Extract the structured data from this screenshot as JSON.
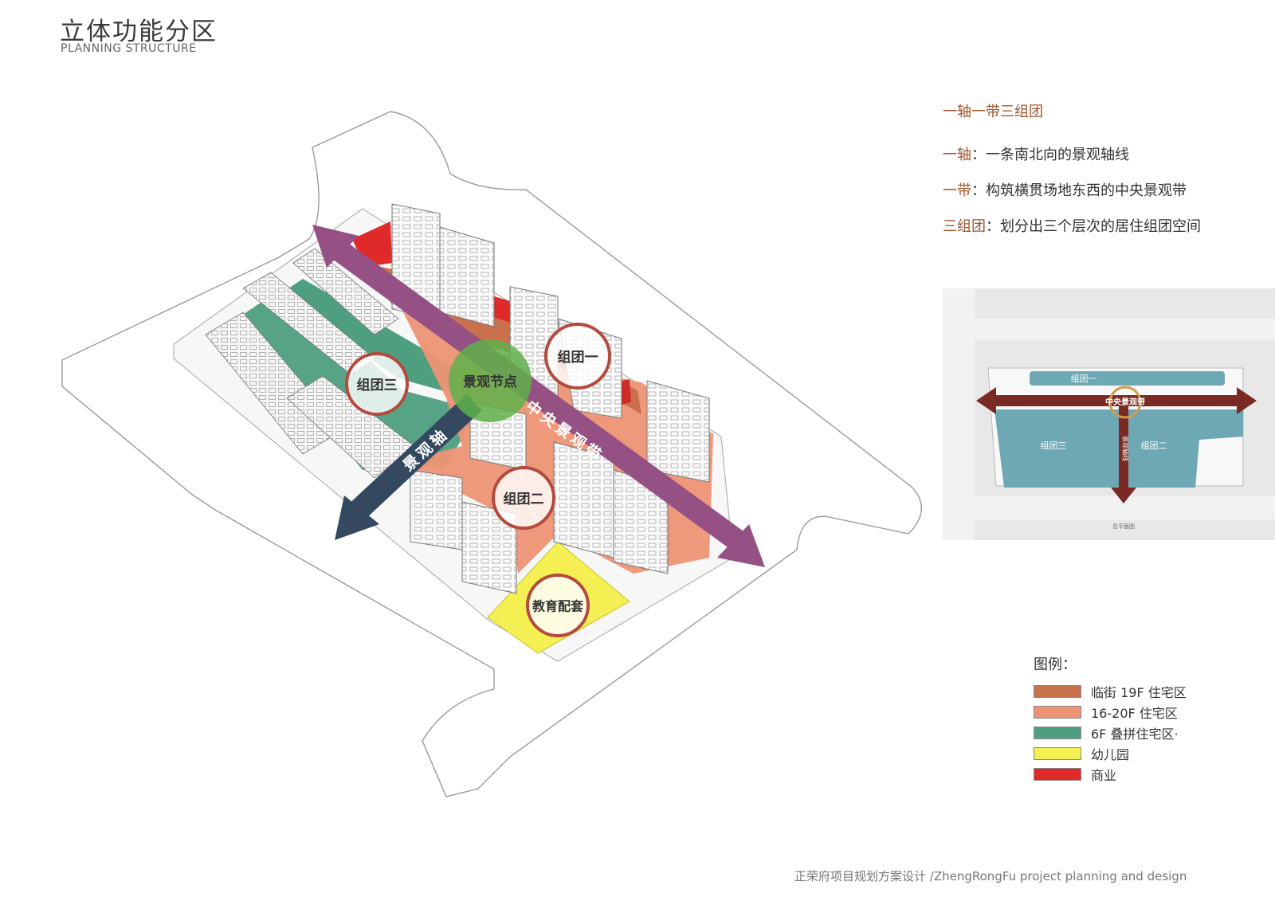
{
  "header": {
    "title": "立体功能分区",
    "subtitle": "PLANNING STRUCTURE"
  },
  "strategy": {
    "title": "一轴一带三组团",
    "items": [
      {
        "key": "一轴",
        "sep": "：",
        "desc": "一条南北向的景观轴线"
      },
      {
        "key": "一带",
        "sep": "：",
        "desc": "构筑横贯场地东西的中央景观带"
      },
      {
        "key": "三组团",
        "sep": "：",
        "desc": "划分出三个层次的居住组团空间"
      }
    ]
  },
  "main_diagram": {
    "labels": {
      "group1": "组团一",
      "group2": "组团二",
      "group3": "组团三",
      "node": "景观节点",
      "education": "教育配套",
      "central_band": "中央景观带",
      "axis": "景观轴"
    }
  },
  "mini_map": {
    "labels": {
      "group1": "组团一",
      "group2": "组团二",
      "group3": "组团三",
      "band": "中央景观带",
      "axis": "景观轴线",
      "caption": "总平面图"
    }
  },
  "legend": {
    "title": "图例：",
    "items": [
      {
        "label": "临街 19F 住宅区",
        "color": "#c9704c"
      },
      {
        "label": "16-20F 住宅区",
        "color": "#ee9375"
      },
      {
        "label": "6F 叠拼住宅区·",
        "color": "#4e9e80"
      },
      {
        "label": "幼儿园",
        "color": "#f4ef52"
      },
      {
        "label": "商业",
        "color": "#e02a2a"
      }
    ]
  },
  "colors": {
    "band_arrow": "#955084",
    "axis_arrow": "#34495f",
    "node_green": "#5fb04a",
    "circle_border": "#b34a3d",
    "mini_map_teal": "#6fa8b5",
    "mini_map_arrow": "#7a2a22"
  },
  "footer": {
    "text": "正荣府项目规划方案设计 /ZhengRongFu project planning and design"
  }
}
